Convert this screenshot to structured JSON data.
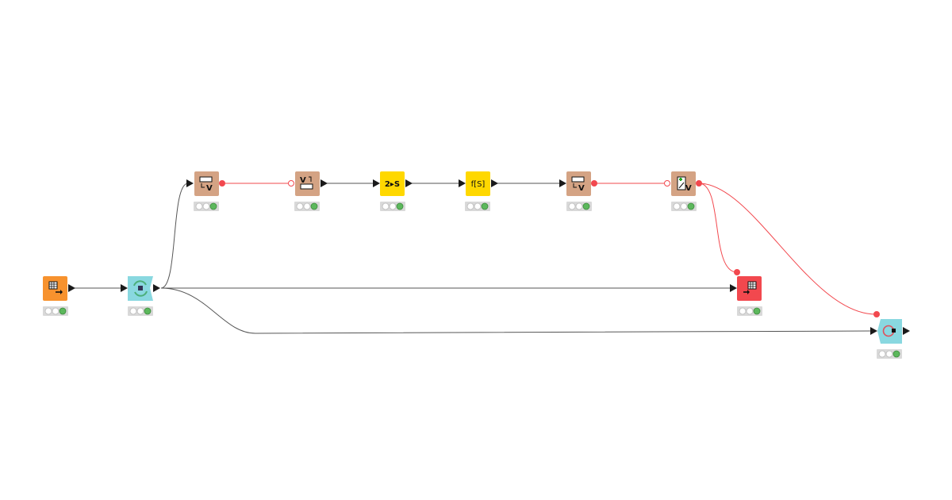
{
  "workflow": {
    "colors": {
      "source": "#f7922e",
      "loop": "#89d8e0",
      "flow_variable": "#d4a384",
      "manipulator": "#ffd800",
      "sink": "#f2484e",
      "connection": "#555555",
      "variable_connection": "#f2484e",
      "status_ok": "#5cb85c"
    },
    "nodes": [
      {
        "id": "table-creator",
        "icon": "table-arrow-icon",
        "status": "executed"
      },
      {
        "id": "loop-start",
        "icon": "loop-refresh-icon",
        "status": "executed"
      },
      {
        "id": "table-row-to-variable-1",
        "icon": "table-to-variable-icon",
        "label_icon_text": "V",
        "status": "executed"
      },
      {
        "id": "variable-to-table",
        "icon": "variable-to-table-icon",
        "label_icon_text": "V",
        "status": "executed"
      },
      {
        "id": "number-to-string",
        "icon": "number-to-string-icon",
        "label_icon_text": "2▸S",
        "status": "executed"
      },
      {
        "id": "string-manipulation",
        "icon": "string-function-icon",
        "label_icon_text": "f[S]",
        "status": "executed"
      },
      {
        "id": "table-row-to-variable-2",
        "icon": "table-to-variable-icon",
        "label_icon_text": "V",
        "status": "executed"
      },
      {
        "id": "java-edit-variable",
        "icon": "edit-variable-icon",
        "label_icon_text": "V",
        "status": "executed"
      },
      {
        "id": "table-writer",
        "icon": "table-writer-icon",
        "status": "executed"
      },
      {
        "id": "loop-end",
        "icon": "loop-end-icon",
        "status": "executed"
      }
    ]
  }
}
